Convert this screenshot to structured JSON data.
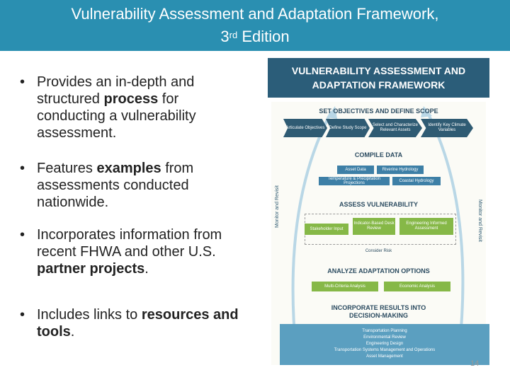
{
  "slide": {
    "title_line1": "Vulnerability Assessment and Adaptation Framework,",
    "title_line2_num": "3",
    "title_line2_sup": "rd",
    "title_line2_rest": " Edition",
    "page_number": "14"
  },
  "bullets": [
    {
      "pre": "Provides an in-depth and structured ",
      "bold": "process",
      "post": " for conducting a vulnerability assessment."
    },
    {
      "pre": "Features ",
      "bold": "examples",
      "post": " from assessments conducted nationwide."
    },
    {
      "pre": "Incorporates information from recent FHWA and other U.S. ",
      "bold": "partner projects",
      "post": "."
    },
    {
      "pre": "Includes links to ",
      "bold": "resources and tools",
      "post": "."
    }
  ],
  "framework": {
    "header_line1": "VULNERABILITY ASSESSMENT AND",
    "header_line2": "ADAPTATION FRAMEWORK",
    "sec1_title": "SET OBJECTIVES AND DEFINE SCOPE",
    "sec1_steps": [
      "Articulate Objectives",
      "Define Study Scope",
      "Select and Characterize Relevant Assets",
      "Identify Key Climate Variables"
    ],
    "sec2_title": "COMPILE DATA",
    "sec2_boxes": [
      "Asset Data",
      "Riverine Hydrology",
      "Temperature & Precipitation Projections",
      "Coastal Hydrology"
    ],
    "sec3_title": "ASSESS VULNERABILITY",
    "sec3_boxes": [
      "Stakeholder Input",
      "Indicator-Based Desk Review",
      "Engineering Informed Assessment"
    ],
    "sec3_note": "Consider Risk",
    "sec4_title": "ANALYZE ADAPTATION OPTIONS",
    "sec4_boxes": [
      "Multi-Criteria Analysis",
      "Economic Analysis"
    ],
    "sec5_title_line1": "INCORPORATE RESULTS INTO",
    "sec5_title_line2": "DECISION-MAKING",
    "sec5_items": [
      "Transportation Planning",
      "Environmental Review",
      "Engineering Design",
      "Transportation Systems Management and Operations",
      "Asset Management"
    ],
    "side_left": "Monitor and Revisit",
    "side_right": "Monitor and Revisit"
  }
}
